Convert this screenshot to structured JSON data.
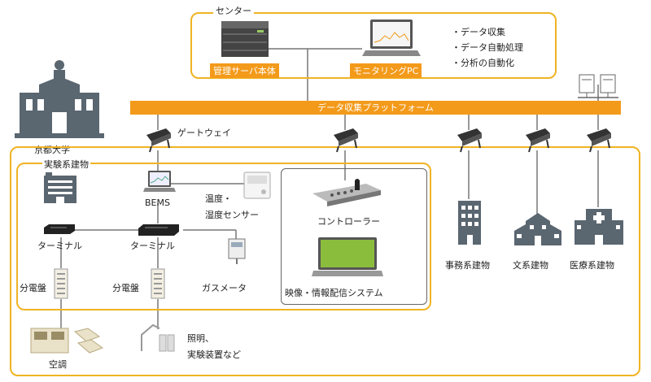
{
  "center": {
    "title": "センター",
    "server_label": "管理サーバ本体",
    "pc_label": "モニタリングPC",
    "bullets": [
      "・データ収集",
      "・データ自動処理",
      "・分析の自動化"
    ]
  },
  "platform_label": "データ収集プラットフォーム",
  "gateway_label": "ゲートウェイ",
  "university_label": "京都大学",
  "campus": {
    "experimental_building_label": "実験系建物",
    "bems_label": "BEMS",
    "sensor_label_1": "温度・",
    "sensor_label_2": "湿度センサー",
    "terminal_label_1": "ターミナル",
    "terminal_label_2": "ターミナル",
    "panel_label_1": "分電盤",
    "panel_label_2": "分電盤",
    "gas_meter_label": "ガスメータ",
    "controller_label": "コントローラー",
    "video_label": "映像・情報配信システム",
    "ac_label": "空調",
    "lighting_label_1": "照明、",
    "lighting_label_2": "実験装置など"
  },
  "buildings": {
    "office_label": "事務系建物",
    "humanities_label": "文系建物",
    "medical_label": "医療系建物"
  },
  "colors": {
    "accent": "#f0b323",
    "platform": "#f39a1a"
  }
}
